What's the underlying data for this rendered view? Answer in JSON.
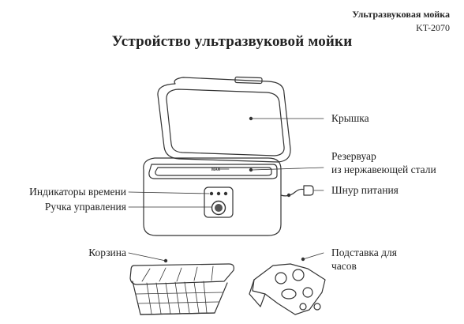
{
  "header": {
    "model_name": "Ультразвуковая мойка",
    "model_code": "KT-2070"
  },
  "title": "Устройство ультразвуковой мойки",
  "device_marking": "MAX",
  "callouts": {
    "lid": "Крышка",
    "reservoir_line1": "Резервуар",
    "reservoir_line2": "из нержавеющей стали",
    "power_cord": "Шнур питания",
    "time_indicators": "Индикаторы времени",
    "control_knob": "Ручка управления",
    "basket": "Корзина",
    "watch_stand_line1": "Подставка для",
    "watch_stand_line2": "часов"
  }
}
